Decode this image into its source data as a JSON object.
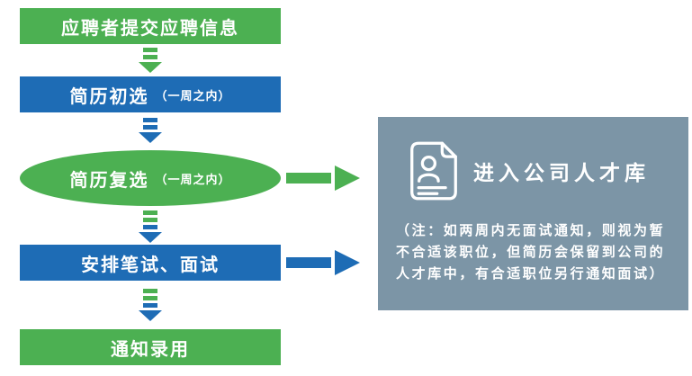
{
  "flow": {
    "steps": [
      {
        "label": "应聘者提交应聘信息"
      },
      {
        "label": "简历初选",
        "sub": "（一周之内）"
      },
      {
        "label": "简历复选",
        "sub": "（一周之内）"
      },
      {
        "label": "安排笔试、面试"
      },
      {
        "label": "通知录用"
      }
    ]
  },
  "panel": {
    "title": "进入公司人才库",
    "note": "（注：如两周内无面试通知，则视为暂不合适该职位，但简历会保留到公司的人才库中，有合适职位另行通知面试）",
    "icon": "resume-document-icon"
  },
  "colors": {
    "green": "#4CB052",
    "blue": "#1E6CB5",
    "panel_background": "#7C95A6",
    "text": "#FFFFFF",
    "page_background": "#FFFFFF"
  }
}
